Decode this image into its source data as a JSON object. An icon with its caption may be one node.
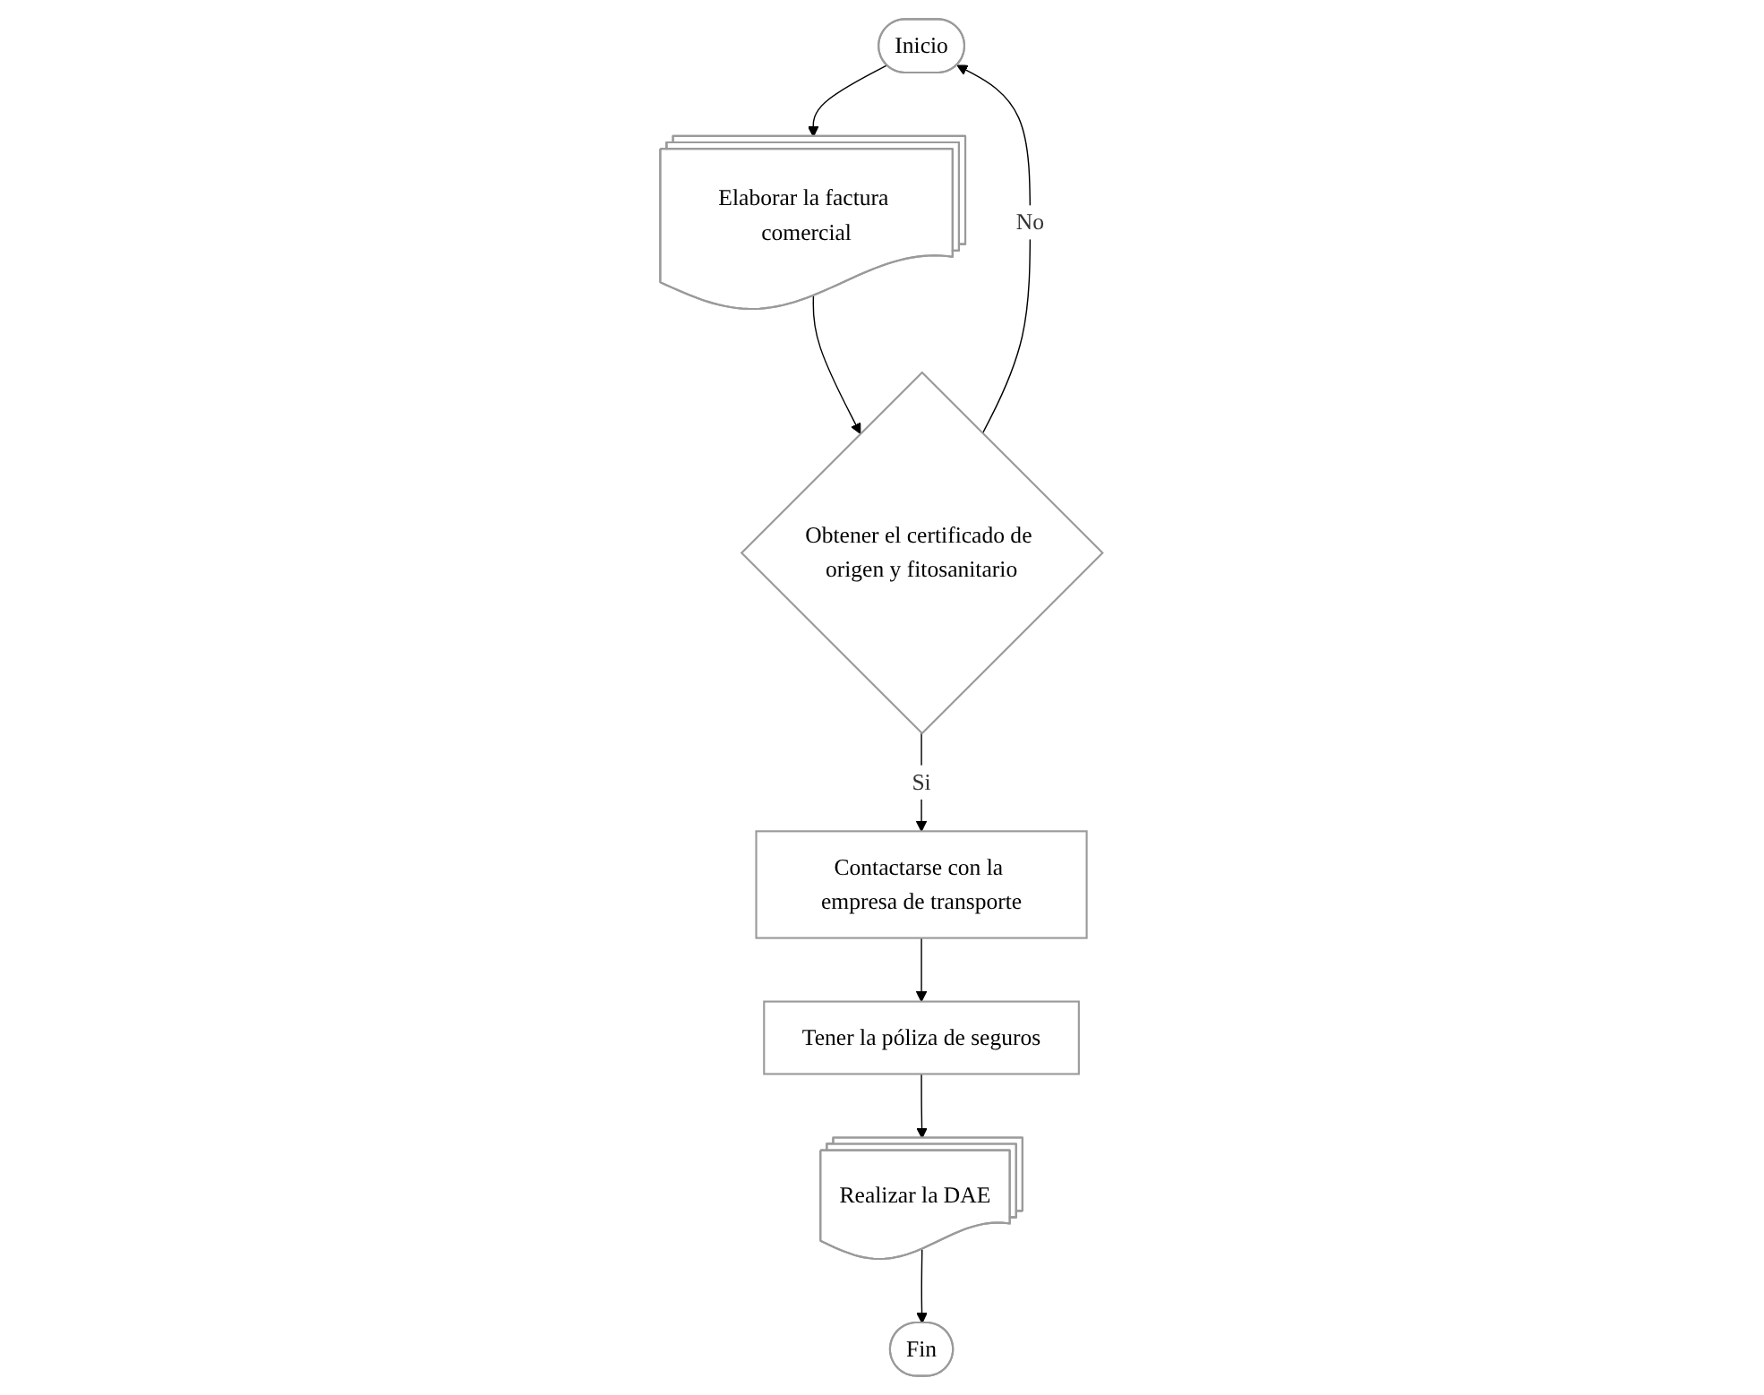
{
  "diagram": {
    "nodes": [
      {
        "text": [
          "Inicio"
        ]
      },
      {
        "text": [
          "Elaborar la factura comercial"
        ]
      },
      {
        "text": [
          "Obtener el certificado de origen y fitosanitario"
        ]
      },
      {
        "text": [
          "Contactarse con la empresa de transporte"
        ]
      },
      {
        "text": [
          "Tener la póliza de seguros"
        ]
      },
      {
        "text": [
          "Realizar la DAE"
        ]
      },
      {
        "text": [
          "Fin"
        ]
      }
    ],
    "edges": [
      {
        "from": 0,
        "to": 1,
        "arrow": "to"
      },
      {
        "from": 1,
        "to": 2,
        "arrow": "to"
      },
      {
        "from": 2,
        "to": 0,
        "arrow": "to",
        "label": "No"
      },
      {
        "from": 2,
        "to": 3,
        "arrow": "to",
        "label": "Si"
      },
      {
        "from": 3,
        "to": 4,
        "arrow": "to"
      },
      {
        "from": 4,
        "to": 5,
        "arrow": "to"
      },
      {
        "from": 5,
        "to": 6,
        "arrow": "to"
      }
    ]
  }
}
